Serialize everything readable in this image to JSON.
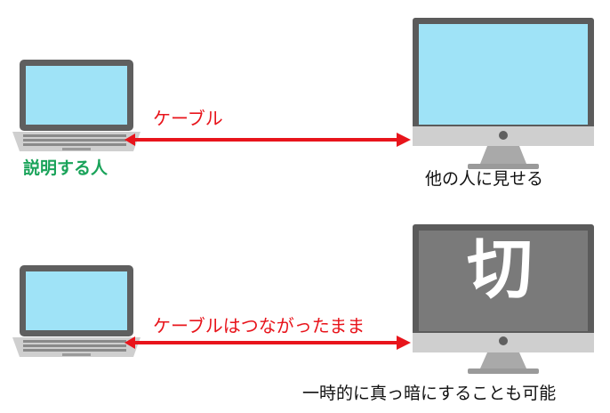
{
  "labels": {
    "presenter": "説明する人",
    "cable_top": "ケーブル",
    "caption_top": "他の人に見せる",
    "cable_bottom": "ケーブルはつながったまま",
    "caption_bottom": "一時的に真っ暗にすることも可能",
    "monitor_off": "切"
  },
  "colors": {
    "cable": "#e8141b",
    "presenter_text": "#1aa35a",
    "screen_on": "#9fe3f7",
    "screen_off": "#7a7a7a"
  }
}
